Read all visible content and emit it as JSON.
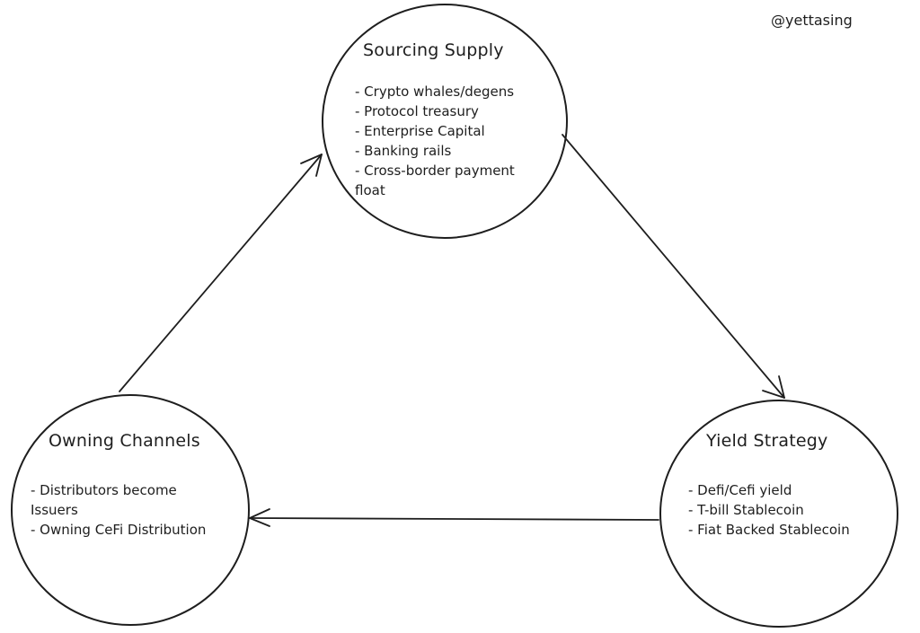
{
  "watermark": "@yettasing",
  "nodes": {
    "sourcing": {
      "title": "Sourcing Supply",
      "lines": [
        "- Crypto whales/degens",
        "- Protocol treasury",
        "- Enterprise Capital",
        "- Banking rails",
        "- Cross-border payment",
        "float"
      ]
    },
    "yield": {
      "title": "Yield Strategy",
      "lines": [
        "- Defi/Cefi yield",
        "- T-bill Stablecoin",
        "- Fiat Backed Stablecoin"
      ]
    },
    "channels": {
      "title": "Owning Channels",
      "lines": [
        "- Distributors become",
        "Issuers",
        "- Owning CeFi Distribution"
      ]
    }
  },
  "colors": {
    "stroke": "#1e1e1e",
    "background": "#ffffff"
  }
}
